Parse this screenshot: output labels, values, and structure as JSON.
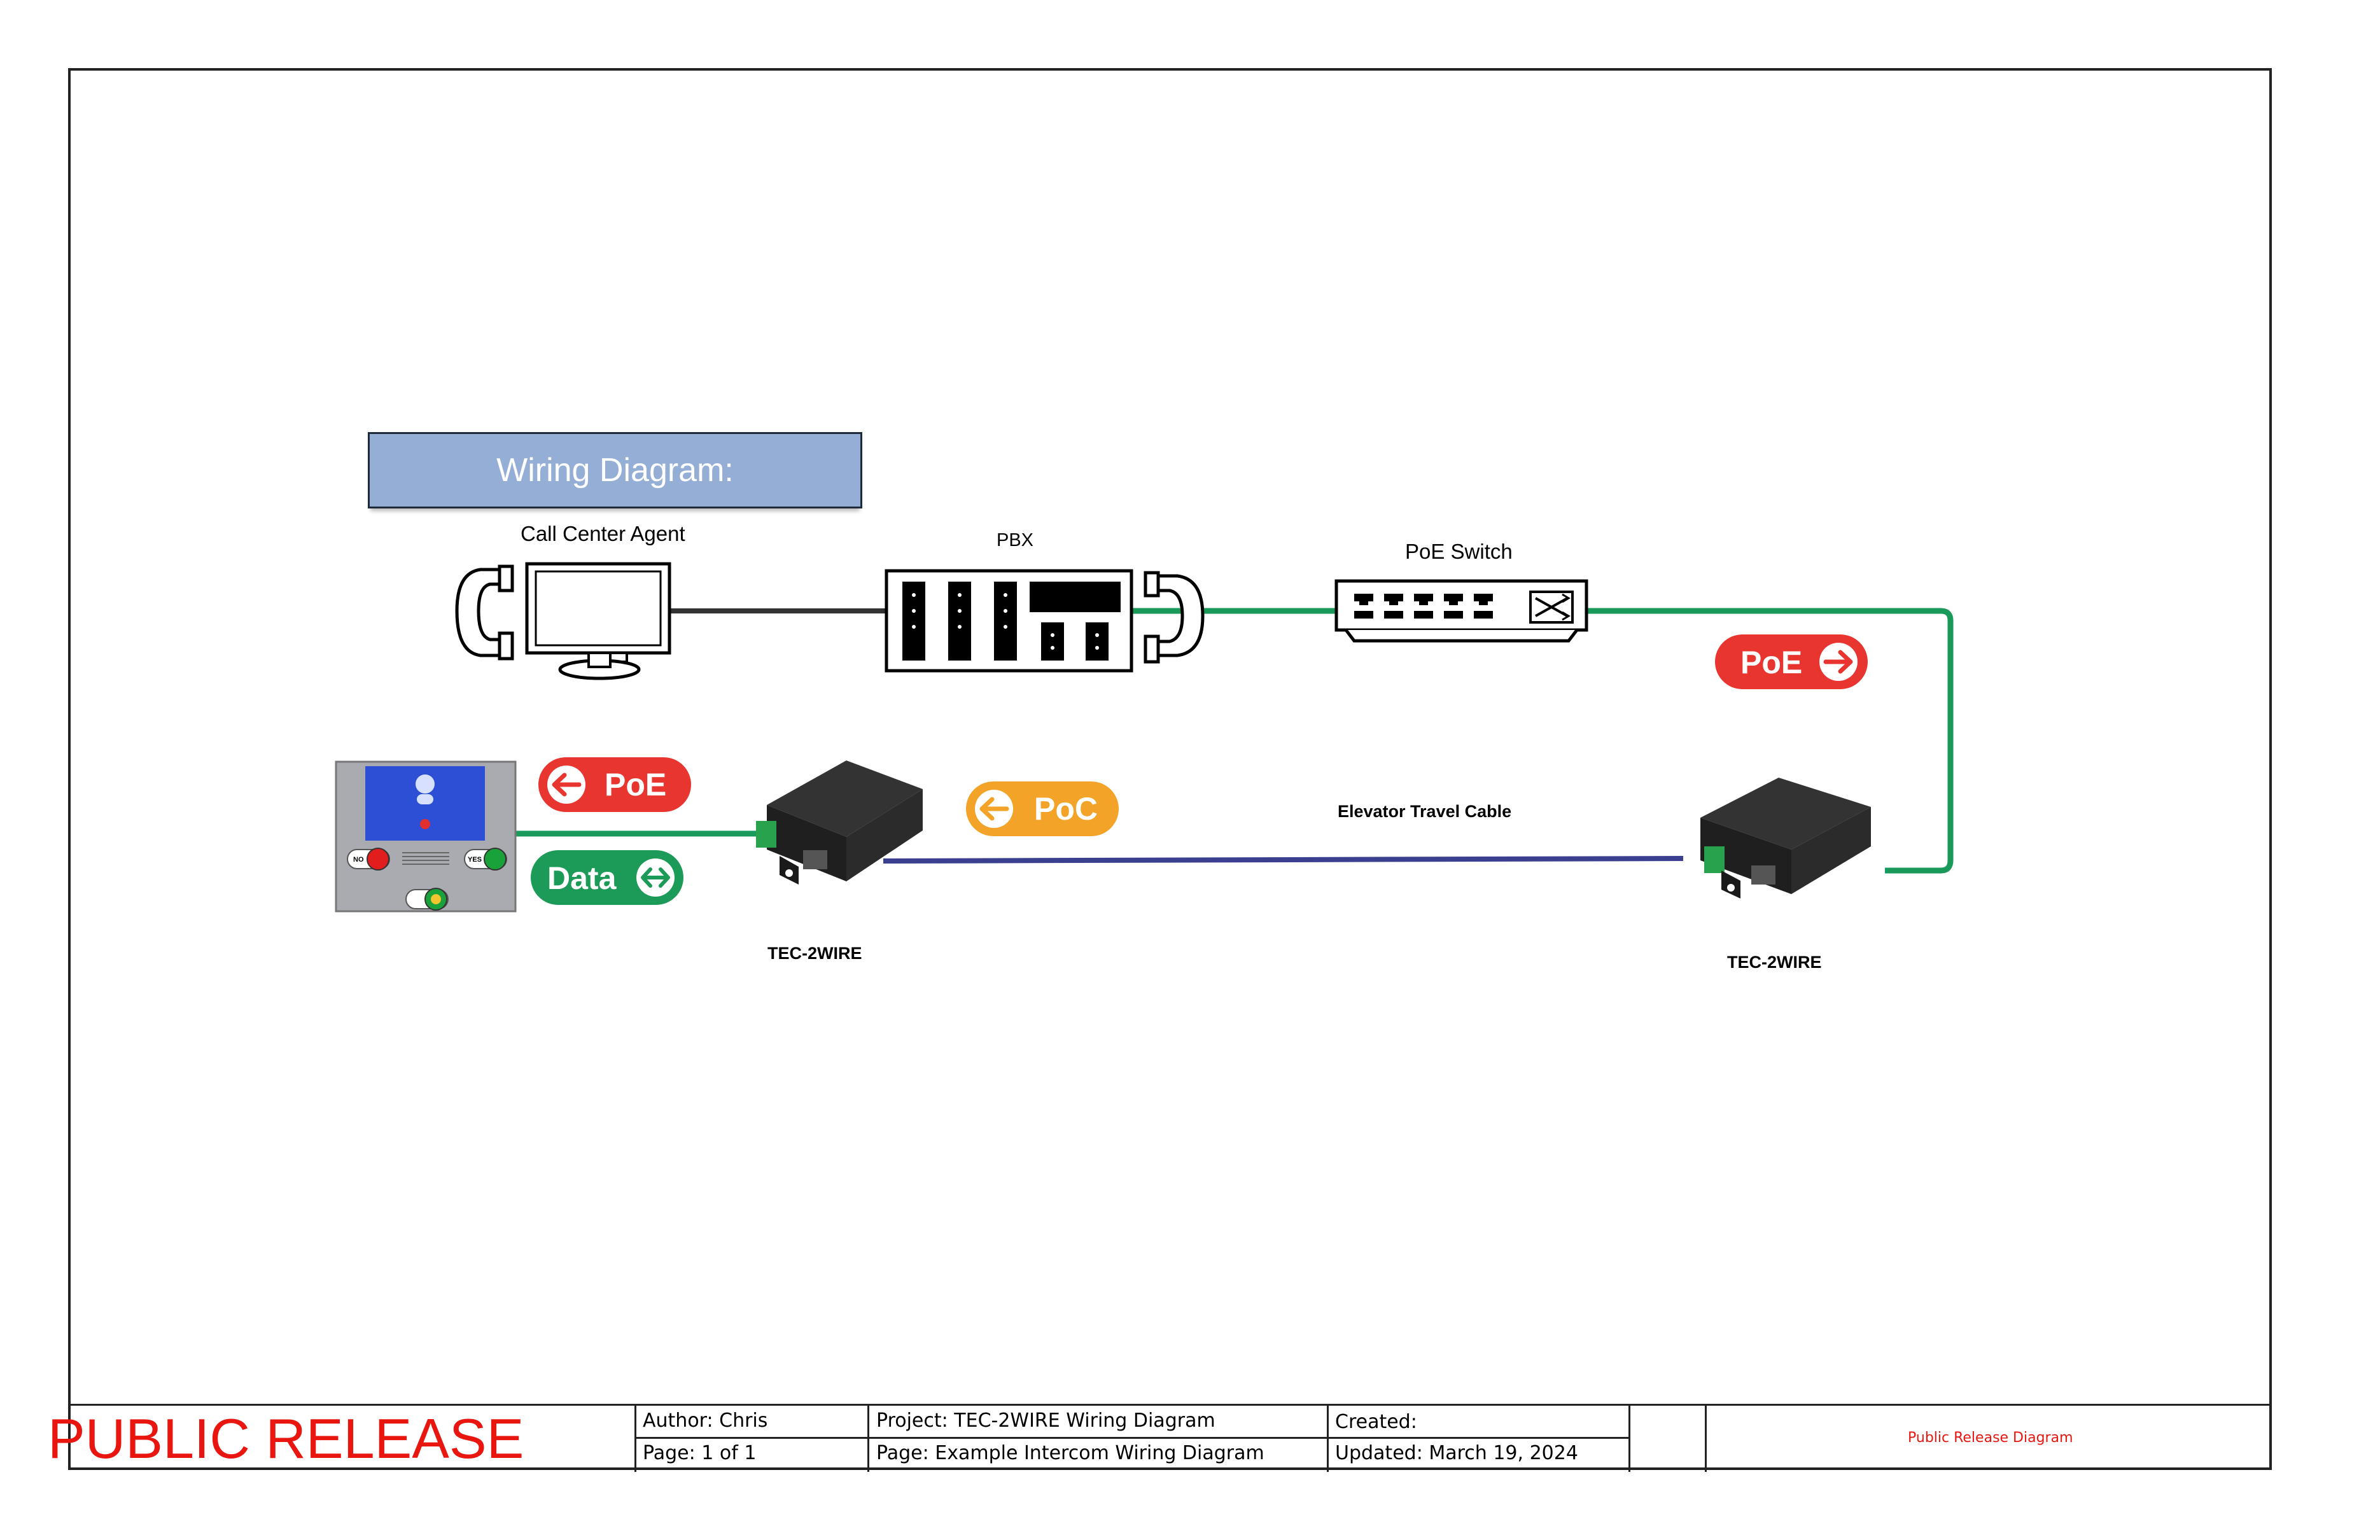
{
  "diagram": {
    "title": "Wiring Diagram:",
    "nodes": {
      "agent": "Call Center Agent",
      "pbx": "PBX",
      "switch": "PoE Switch",
      "tec_left": "TEC-2WIRE",
      "tec_right": "TEC-2WIRE"
    },
    "edges": {
      "cable": "Elevator Travel Cable"
    },
    "badges": {
      "poe_right": "PoE",
      "poe_left": "PoE",
      "data": "Data",
      "poc": "PoC"
    },
    "intercom": {
      "no_label": "NO",
      "yes_label": "YES"
    },
    "colors": {
      "green_line": "#1a9a5a",
      "blue_line": "#3a3f8f",
      "black_line": "#333333",
      "red_badge": "#e8352f",
      "green_badge": "#1c9a58",
      "orange_badge": "#f3a327"
    }
  },
  "title_block": {
    "release": "PUBLIC RELEASE",
    "author": "Author:  Chris",
    "page_num": "Page: 1 of 1",
    "project": "Project: TEC-2WIRE Wiring Diagram",
    "page_name": "Page: Example Intercom Wiring Diagram",
    "created": "Created:",
    "updated": "Updated: March 19, 2024",
    "release_note": "Public Release Diagram"
  }
}
